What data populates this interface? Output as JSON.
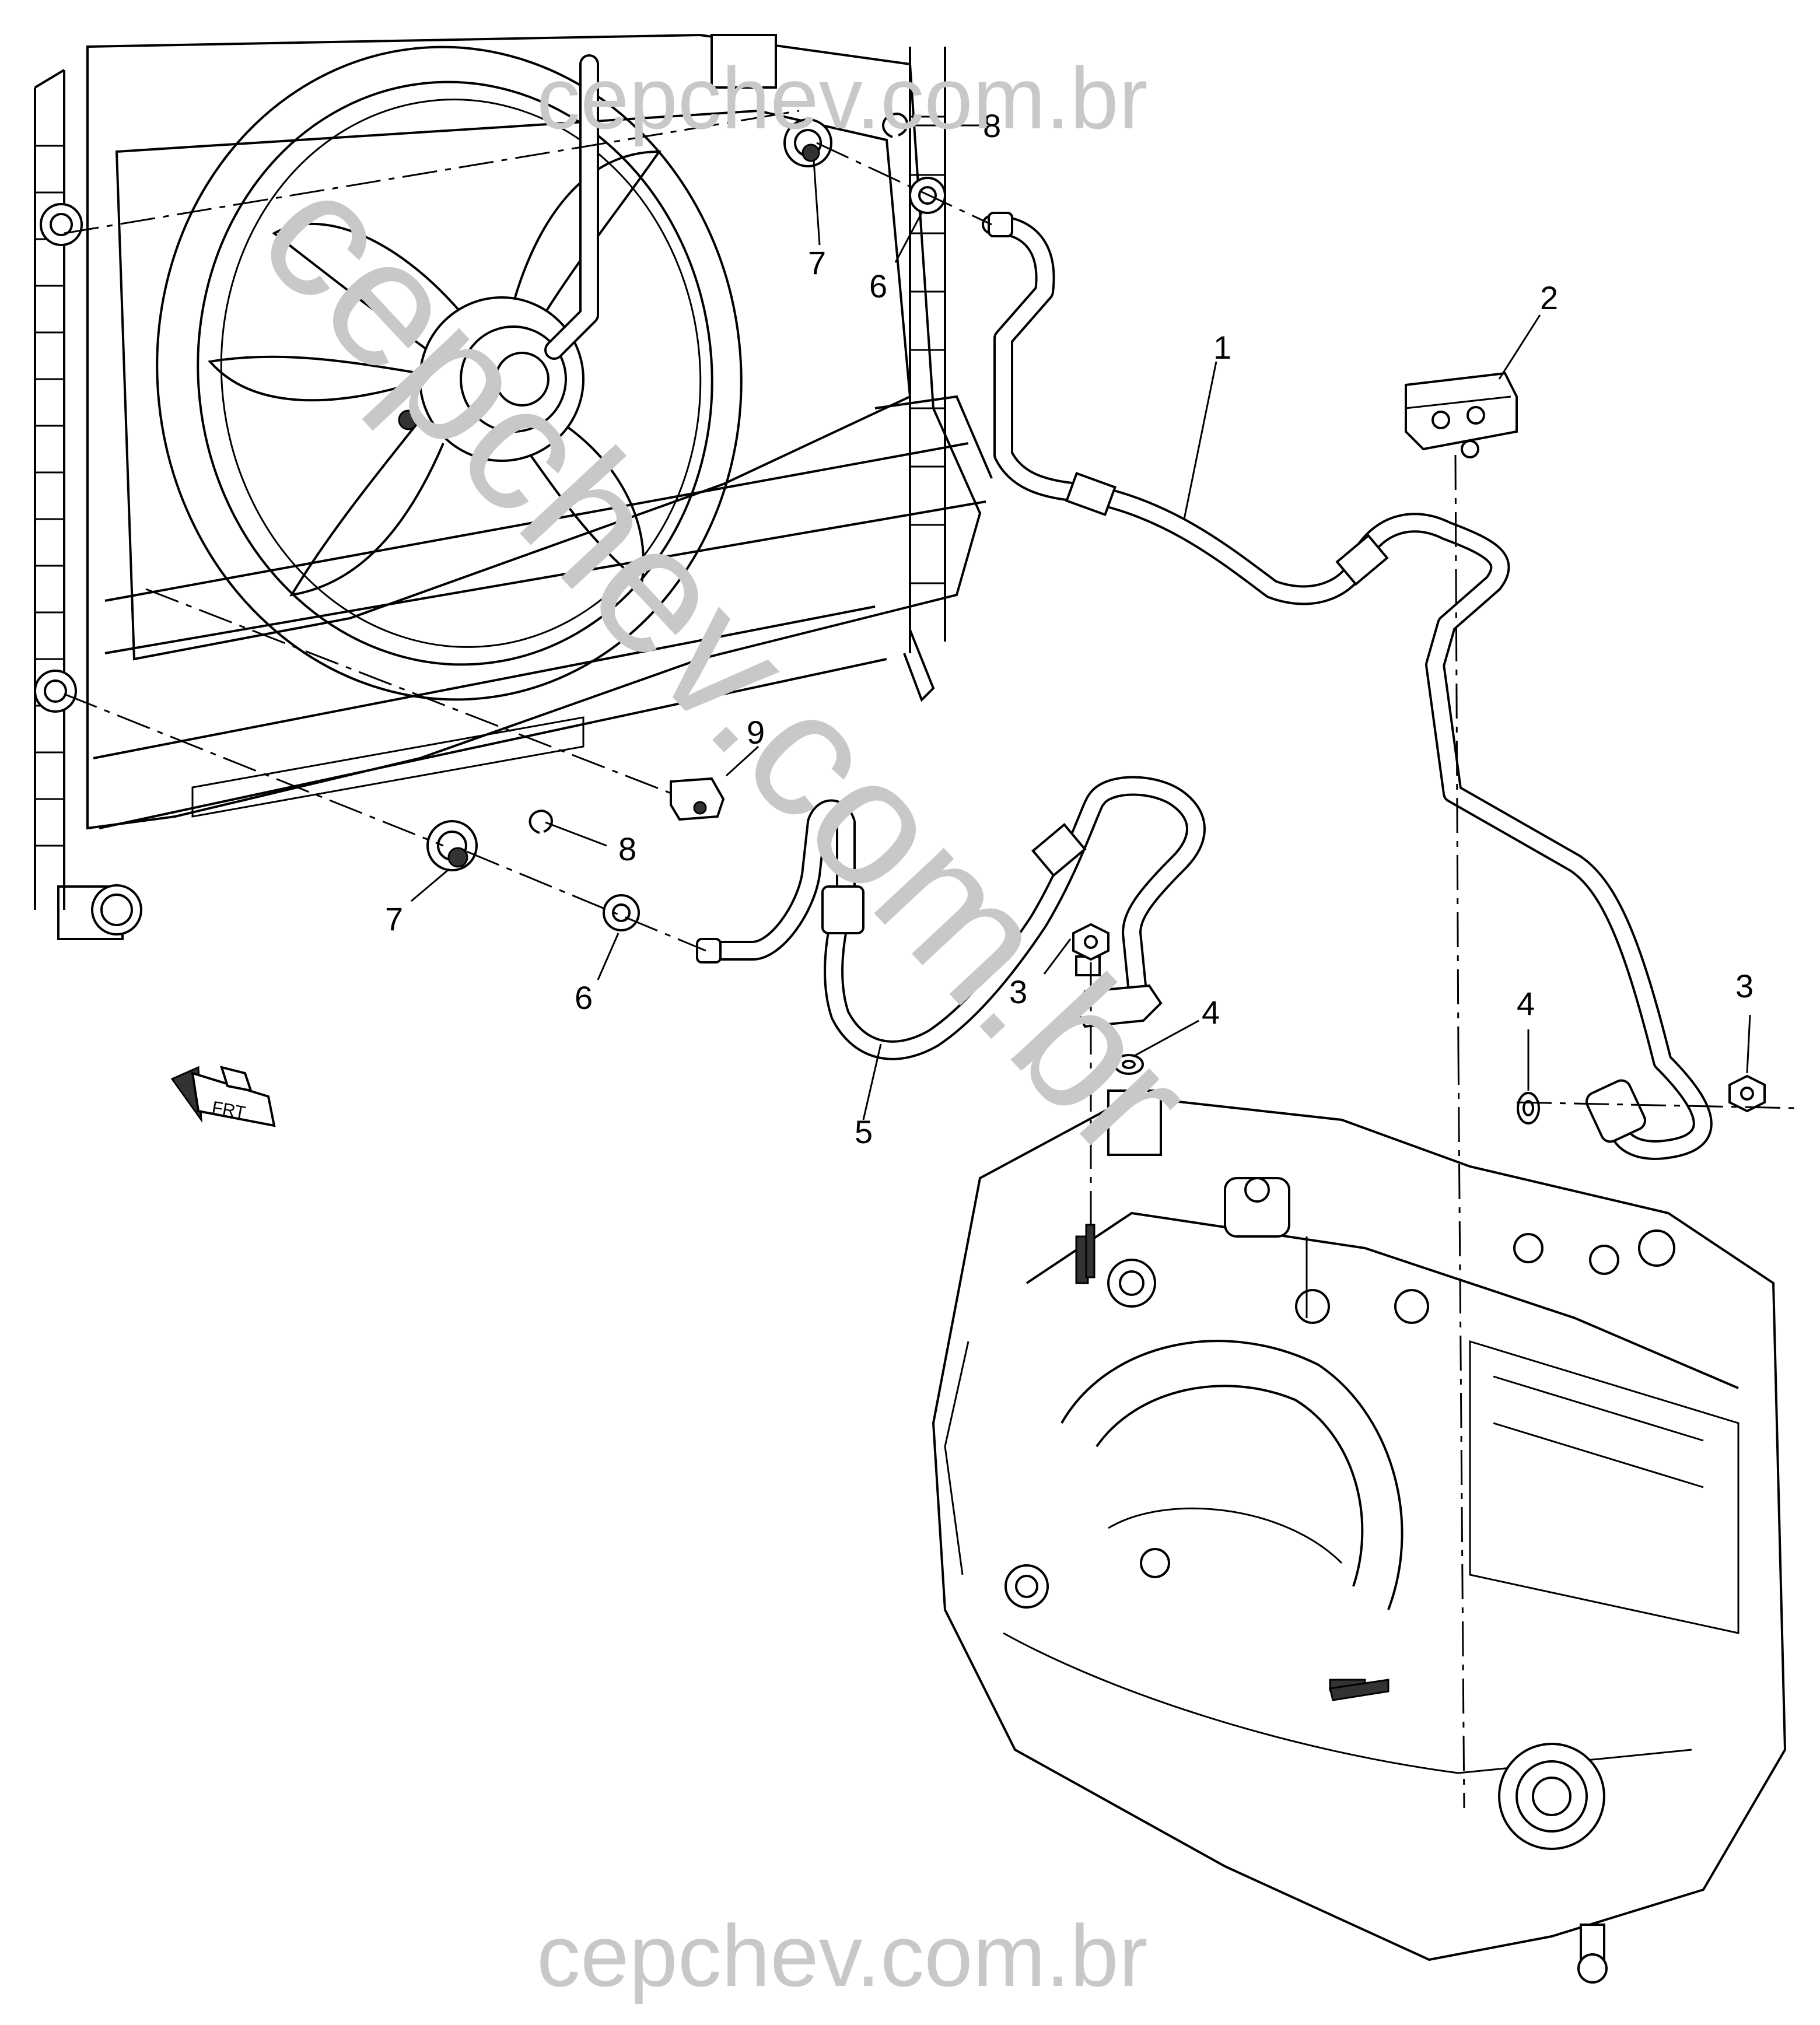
{
  "watermark": {
    "top": "cepchev.com.br",
    "bottom": "cepchev.com.br",
    "diagonal": "cepchev.com.br"
  },
  "orientation_icon": {
    "label": "FRT"
  },
  "callouts": [
    {
      "id": "c1",
      "label": "1"
    },
    {
      "id": "c2",
      "label": "2"
    },
    {
      "id": "c3a",
      "label": "3"
    },
    {
      "id": "c3b",
      "label": "3"
    },
    {
      "id": "c4a",
      "label": "4"
    },
    {
      "id": "c4b",
      "label": "4"
    },
    {
      "id": "c5",
      "label": "5"
    },
    {
      "id": "c6a",
      "label": "6"
    },
    {
      "id": "c6b",
      "label": "6"
    },
    {
      "id": "c7a",
      "label": "7"
    },
    {
      "id": "c7b",
      "label": "7"
    },
    {
      "id": "c8a",
      "label": "8"
    },
    {
      "id": "c8b",
      "label": "8"
    },
    {
      "id": "c9",
      "label": "9"
    }
  ]
}
